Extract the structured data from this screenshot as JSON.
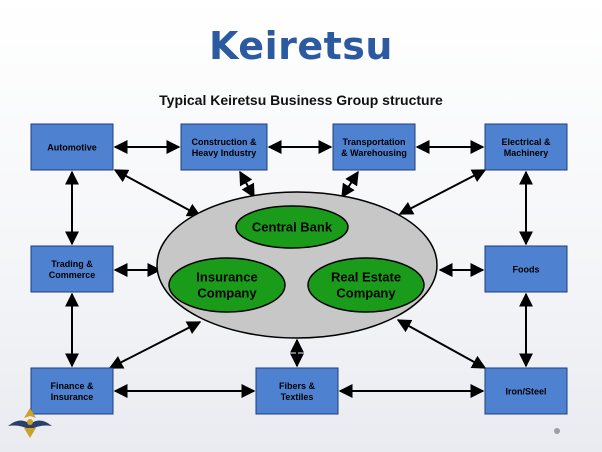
{
  "slide": {
    "title": "Keiretsu",
    "subtitle": "Typical Keiretsu Business Group structure"
  },
  "colors": {
    "box_fill": "#4f81d1",
    "box_stroke": "#1f3d7a",
    "ellipse_fill": "#c7c7c7",
    "green_fill": "#1a9b1a",
    "arrow": "#000000"
  },
  "boxes": [
    {
      "id": "automotive",
      "lines": [
        "Automotive"
      ]
    },
    {
      "id": "construction",
      "lines": [
        "Construction &",
        "Heavy Industry"
      ]
    },
    {
      "id": "transportation",
      "lines": [
        "Transportation",
        "& Warehousing"
      ]
    },
    {
      "id": "electrical",
      "lines": [
        "Electrical &",
        "Machinery"
      ]
    },
    {
      "id": "trading",
      "lines": [
        "Trading &",
        "Commerce"
      ]
    },
    {
      "id": "foods",
      "lines": [
        "Foods"
      ]
    },
    {
      "id": "finance",
      "lines": [
        "Finance &",
        "Insurance"
      ]
    },
    {
      "id": "fibers",
      "lines": [
        "Fibers &",
        "Textiles"
      ]
    },
    {
      "id": "iron",
      "lines": [
        "Iron/Steel"
      ]
    }
  ],
  "core": [
    {
      "id": "central-bank",
      "lines": [
        "Central Bank"
      ]
    },
    {
      "id": "insurance-company",
      "lines": [
        "Insurance",
        "Company"
      ]
    },
    {
      "id": "real-estate-company",
      "lines": [
        "Real Estate",
        "Company"
      ]
    }
  ]
}
